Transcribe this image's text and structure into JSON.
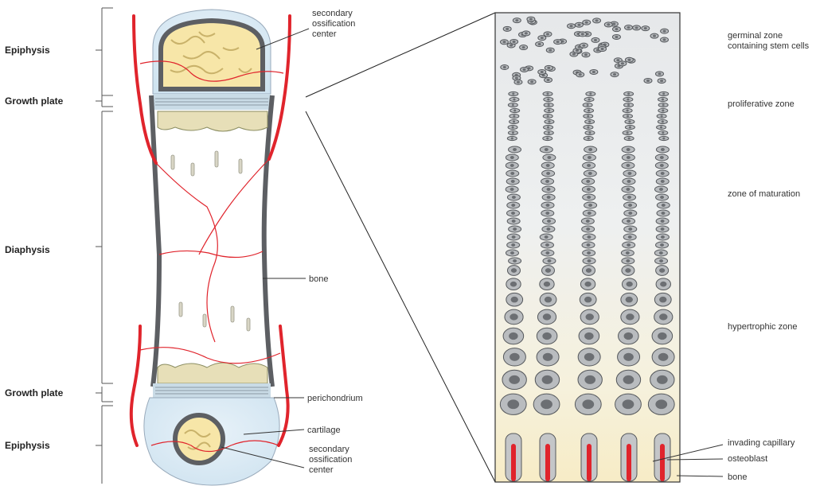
{
  "colors": {
    "blood_vessel": "#e0242c",
    "cartilage": "#d6e8f3",
    "marrow_yellow": "#f7e6a8",
    "cell_fill": "#b9bcbf",
    "bone_gray": "#6f7175"
  },
  "left_labels": {
    "epiphysis_top": "Epiphysis",
    "growth_plate_top": "Growth plate",
    "diaphysis": "Diaphysis",
    "growth_plate_bottom": "Growth plate",
    "epiphysis_bottom": "Epiphysis"
  },
  "bone_labels": {
    "secondary_center_top": [
      "secondary",
      "ossification",
      "center"
    ],
    "bone": "bone",
    "perichondrium": "perichondrium",
    "cartilage": "cartilage",
    "secondary_center_bottom": [
      "secondary",
      "ossification",
      "center"
    ]
  },
  "zone_labels": {
    "germinal": [
      "germinal zone",
      "containing stem cells"
    ],
    "proliferative": "proliferative zone",
    "maturation": "zone of maturation",
    "hypertrophic": "hypertrophic zone",
    "invading_capillary": "invading capillary",
    "osteoblast": "osteoblast",
    "bone": "bone"
  },
  "icons": [
    "long-bone-illustration",
    "growth-plate-detail-illustration"
  ]
}
